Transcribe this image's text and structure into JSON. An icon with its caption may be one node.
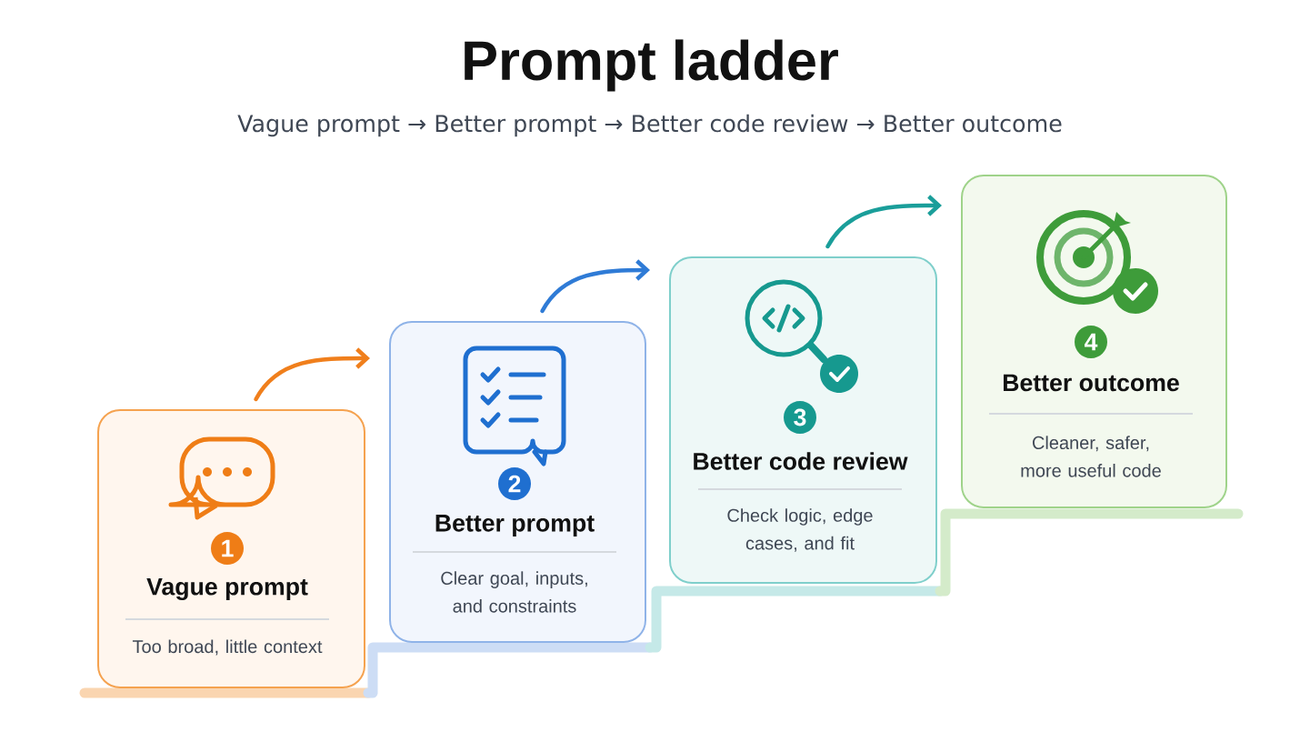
{
  "diagram": {
    "title": "Prompt ladder",
    "nodes": [
      {
        "text": [
          "1",
          "Vague prompt",
          "Too broad, little context"
        ]
      },
      {
        "text": [
          "2",
          "Better prompt",
          "Clear goal, inputs, and constraints"
        ]
      },
      {
        "text": [
          "3",
          "Better code review",
          "Check logic, edge cases, and fit"
        ]
      },
      {
        "text": [
          "4",
          "Better outcome",
          "Cleaner, safer, more useful code"
        ]
      }
    ],
    "edges": [
      {
        "from": 0,
        "to": 1,
        "arrow": "to",
        "color": "#f07f1c"
      },
      {
        "from": 1,
        "to": 2,
        "arrow": "to",
        "color": "#2f7bd6"
      },
      {
        "from": 2,
        "to": 3,
        "arrow": "to",
        "color": "#1a9e9a"
      }
    ],
    "labels": [
      "Vague prompt → Better prompt → Better code review → Better outcome"
    ]
  }
}
